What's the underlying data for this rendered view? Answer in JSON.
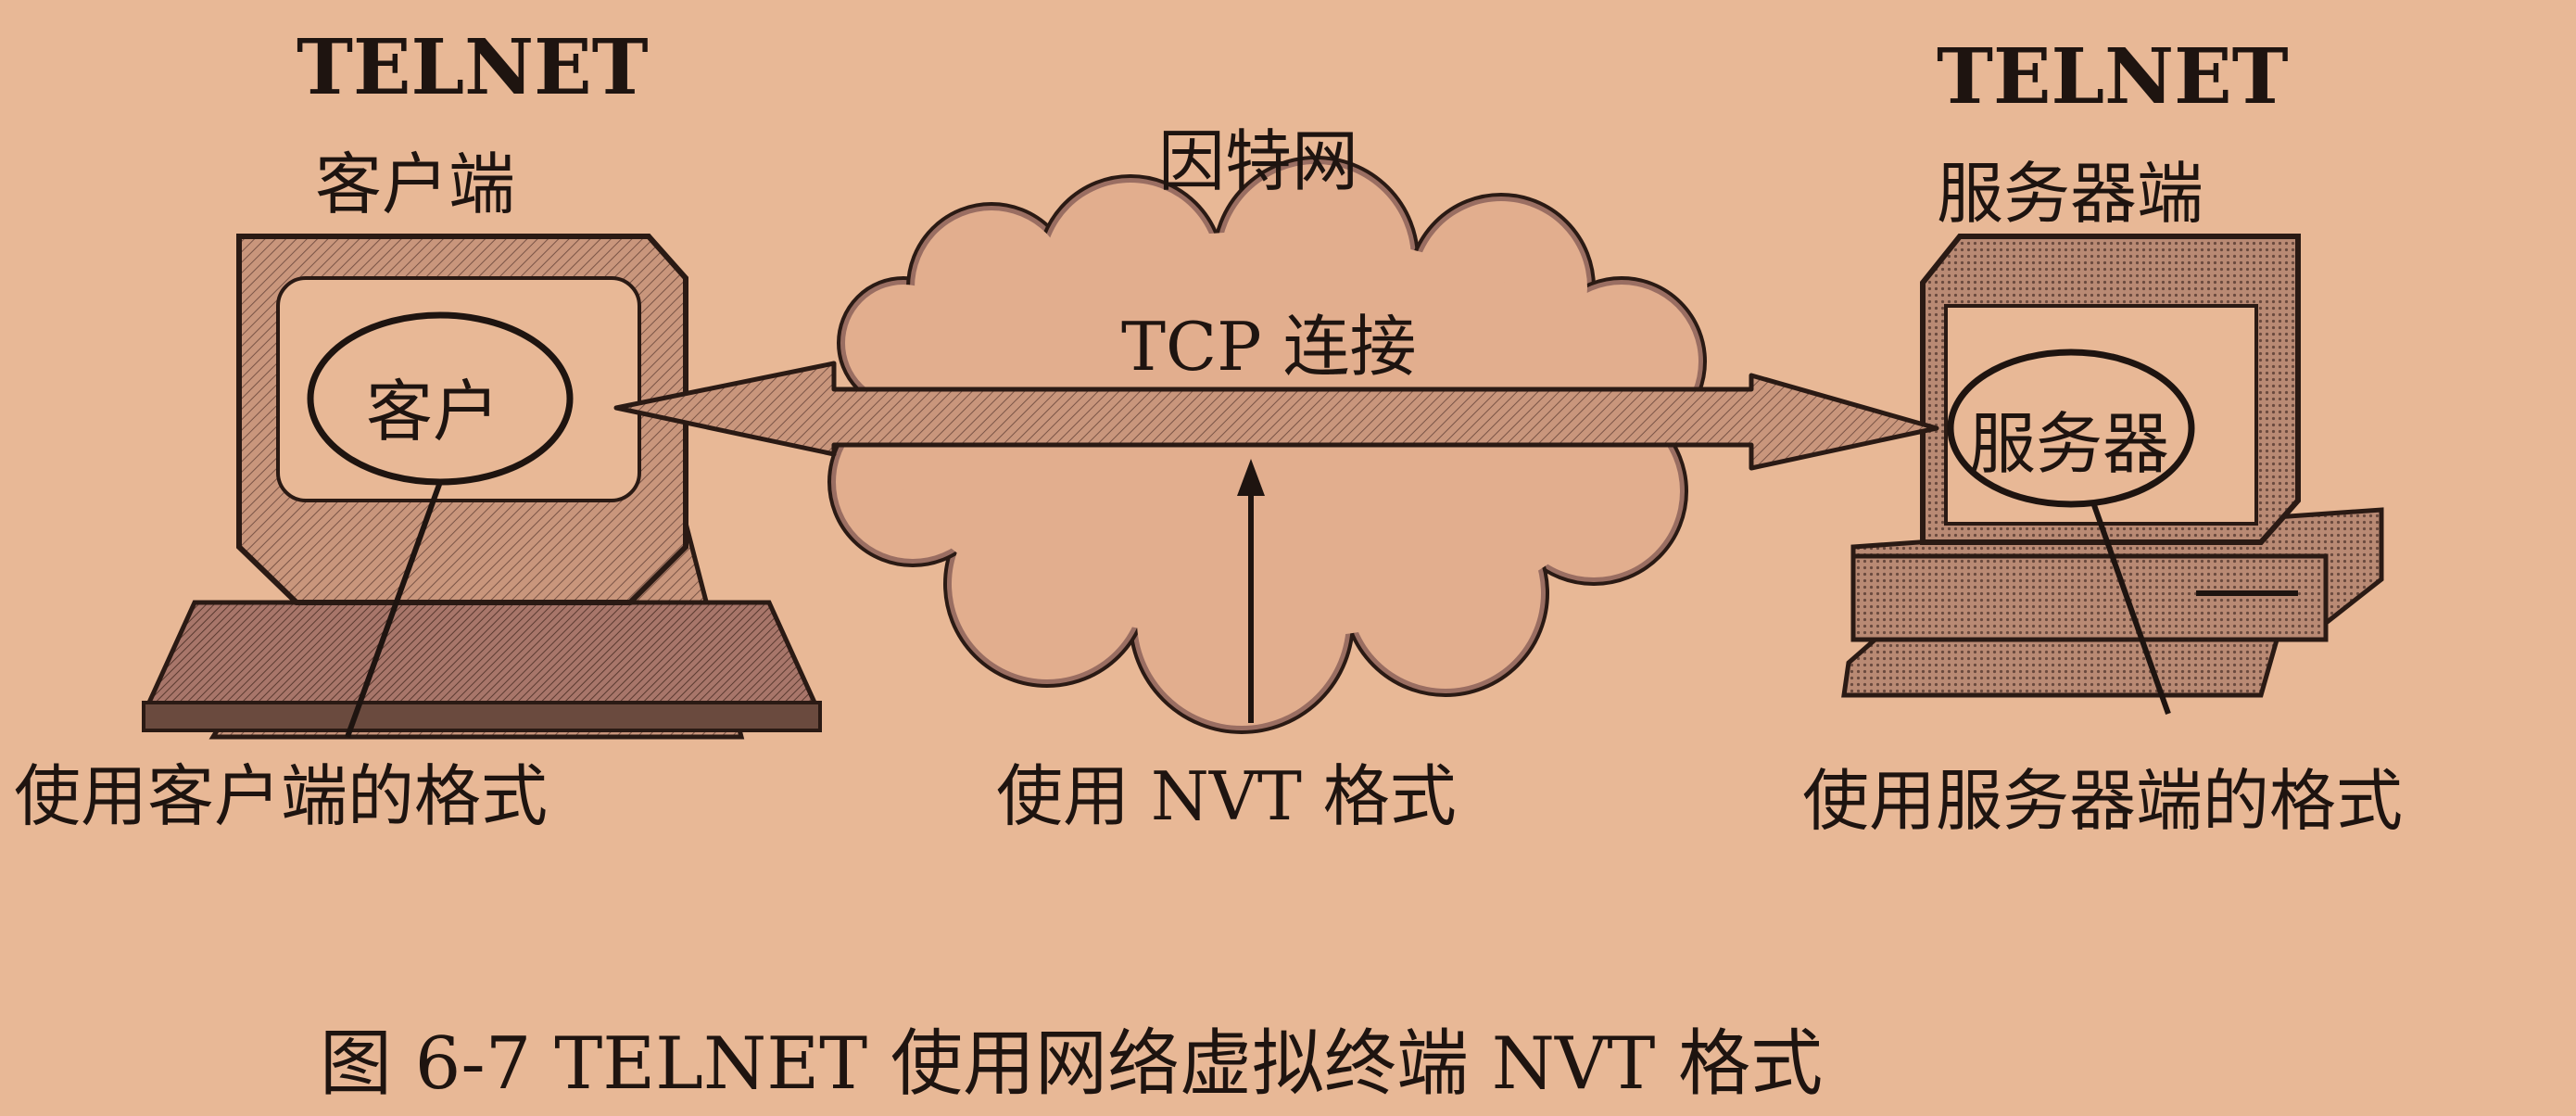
{
  "client": {
    "title_line1": "TELNET",
    "title_line2": "客户端",
    "screen_label": "客户",
    "format_label": "使用客户端的格式"
  },
  "internet": {
    "label": "因特网",
    "connection_label": "TCP 连接",
    "format_label": "使用 NVT 格式"
  },
  "server": {
    "title_line1": "TELNET",
    "title_line2": "服务器端",
    "screen_label": "服务器",
    "format_label": "使用服务器端的格式"
  },
  "caption": "图 6-7    TELNET 使用网络虚拟终端 NVT 格式"
}
